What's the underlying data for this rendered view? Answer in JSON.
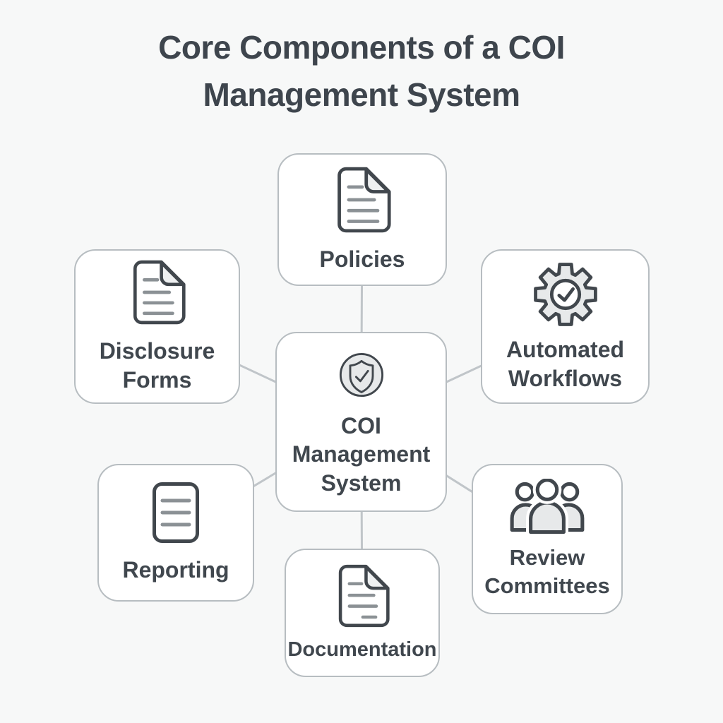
{
  "title": "Core Components of a COI Management System",
  "center_node": {
    "id": "coi-management-system",
    "label": "COI Management System",
    "icon": "shield-check-icon"
  },
  "nodes": {
    "policies": {
      "label": "Policies",
      "icon": "document-icon"
    },
    "disclosure_forms": {
      "label": "Disclosure Forms",
      "icon": "document-icon"
    },
    "automated_workflows": {
      "label": "Automated Workflows",
      "icon": "gear-check-icon"
    },
    "reporting": {
      "label": "Reporting",
      "icon": "lined-document-icon"
    },
    "review_committees": {
      "label": "Review Committees",
      "icon": "people-group-icon"
    },
    "documentation": {
      "label": "Documentation",
      "icon": "document-icon"
    }
  },
  "edges": [
    {
      "from": "coi-management-system",
      "to": "policies"
    },
    {
      "from": "coi-management-system",
      "to": "disclosure-forms"
    },
    {
      "from": "coi-management-system",
      "to": "automated-workflows"
    },
    {
      "from": "coi-management-system",
      "to": "reporting"
    },
    {
      "from": "coi-management-system",
      "to": "review-committees"
    },
    {
      "from": "coi-management-system",
      "to": "documentation"
    }
  ],
  "colors": {
    "background": "#f7f8f8",
    "box_background": "#ffffff",
    "box_border": "#b7bdc1",
    "connector": "#c0c5c9",
    "title_text": "#3e454d",
    "label_text": "#40474e",
    "icon_stroke": "#41474d",
    "icon_line": "#8b9195",
    "icon_fill_light": "#e7e9ea",
    "fold_fill": "#eef0f1"
  }
}
